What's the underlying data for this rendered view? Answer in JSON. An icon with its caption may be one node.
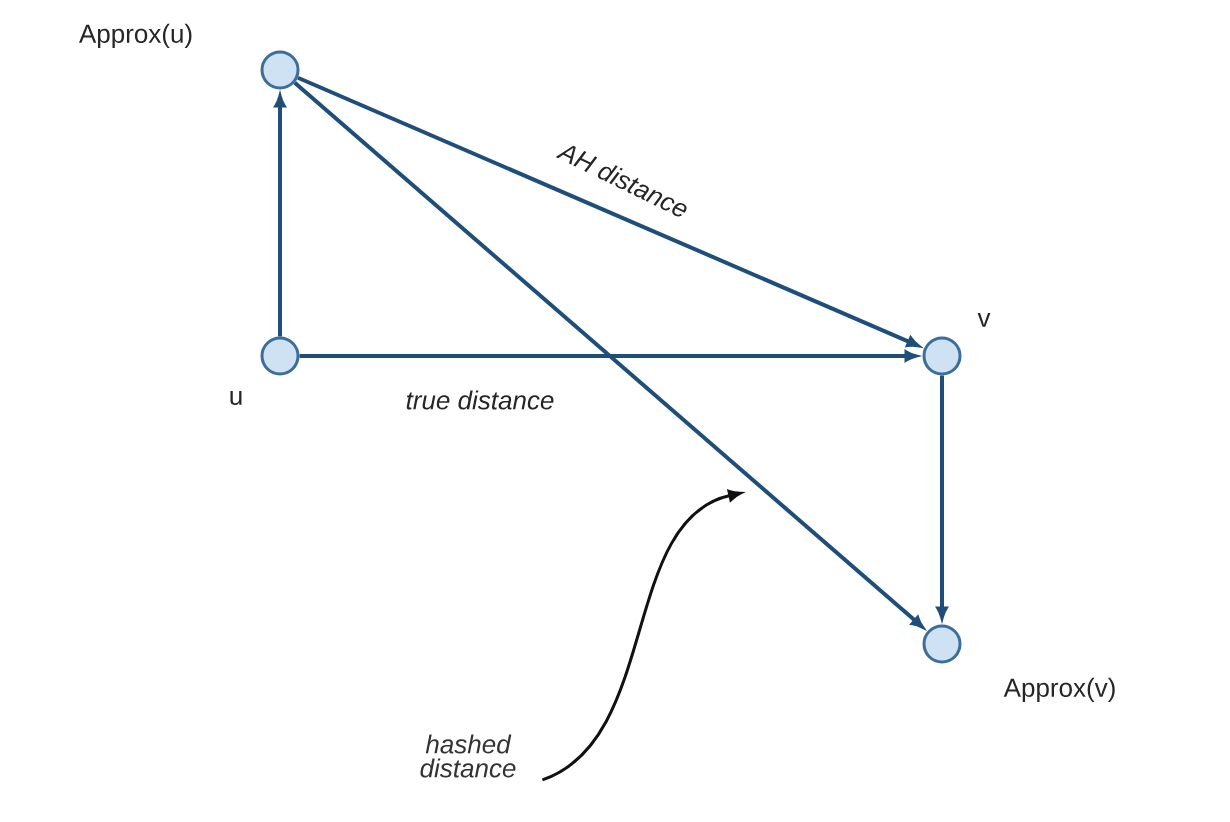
{
  "diagram": {
    "nodes": [
      {
        "text": [],
        "shape": "circle",
        "beside": [
          "Approx(u)"
        ]
      },
      {
        "text": [],
        "shape": "circle",
        "beside": [
          "u"
        ]
      },
      {
        "text": [],
        "shape": "circle",
        "beside": [
          "v"
        ]
      },
      {
        "text": [],
        "shape": "circle",
        "beside": [
          "Approx(v)"
        ]
      },
      {
        "text": [
          "hashed distance"
        ]
      }
    ],
    "edges": [
      {
        "from": 1,
        "to": 0,
        "arrow": "to"
      },
      {
        "from": 0,
        "to": 2,
        "arrow": "to",
        "label": "AH distance"
      },
      {
        "from": 1,
        "to": 2,
        "arrow": "to",
        "label": "true distance"
      },
      {
        "from": 0,
        "to": 3,
        "arrow": "to"
      },
      {
        "from": 2,
        "to": 3,
        "arrow": "to"
      },
      {
        "from": 4,
        "to": null,
        "arrow": "to",
        "color": "#111111"
      }
    ]
  }
}
